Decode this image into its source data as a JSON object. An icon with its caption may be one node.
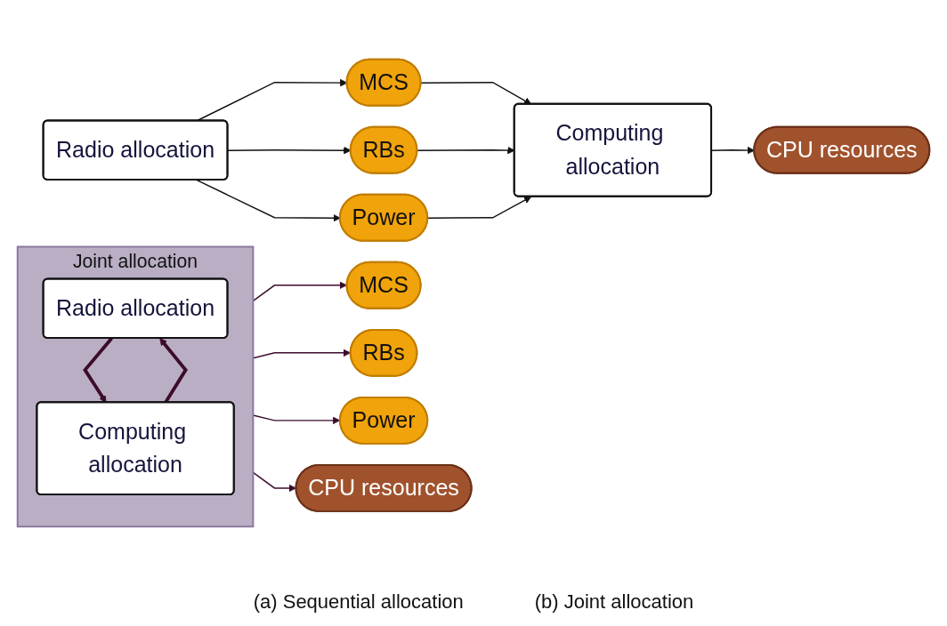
{
  "diagram": {
    "nodes": [
      {
        "text": [
          "Radio allocation"
        ]
      },
      {
        "text": [
          "MCS"
        ]
      },
      {
        "text": [
          "RBs"
        ]
      },
      {
        "text": [
          "Power"
        ]
      },
      {
        "text": [
          "Computing allocation"
        ]
      },
      {
        "text": [
          "CPU resources"
        ]
      },
      {
        "text": [
          "Joint allocation"
        ]
      },
      {
        "text": [
          "Radio allocation"
        ],
        "in": 6
      },
      {
        "text": [
          "Computing allocation"
        ],
        "in": 6
      },
      {
        "text": [
          "MCS"
        ]
      },
      {
        "text": [
          "RBs"
        ]
      },
      {
        "text": [
          "Power"
        ]
      },
      {
        "text": [
          "CPU resources"
        ]
      }
    ],
    "edges": [
      {
        "from": 0,
        "to": 1,
        "arrow": "to"
      },
      {
        "from": 0,
        "to": 2,
        "arrow": "to"
      },
      {
        "from": 0,
        "to": 3,
        "arrow": "to"
      },
      {
        "from": 1,
        "to": 4,
        "arrow": "to"
      },
      {
        "from": 2,
        "to": 4,
        "arrow": "to"
      },
      {
        "from": 3,
        "to": 4,
        "arrow": "to"
      },
      {
        "from": 4,
        "to": 5,
        "arrow": "to"
      },
      {
        "from": 6,
        "to": 9,
        "arrow": "to",
        "color": "#3d0b2c"
      },
      {
        "from": 6,
        "to": 10,
        "arrow": "to",
        "color": "#3d0b2c"
      },
      {
        "from": 6,
        "to": 11,
        "arrow": "to",
        "color": "#3d0b2c"
      },
      {
        "from": 6,
        "to": 12,
        "arrow": "to",
        "color": "#3d0b2c"
      },
      {
        "from": 7,
        "to": 8,
        "arrow": "to",
        "style": "thick",
        "color": "#3d0b2c"
      },
      {
        "from": 8,
        "to": 7,
        "arrow": "to",
        "style": "thick",
        "color": "#3d0b2c"
      }
    ],
    "labels": [
      "(a) Sequential allocation",
      "(b) Joint allocation"
    ]
  }
}
